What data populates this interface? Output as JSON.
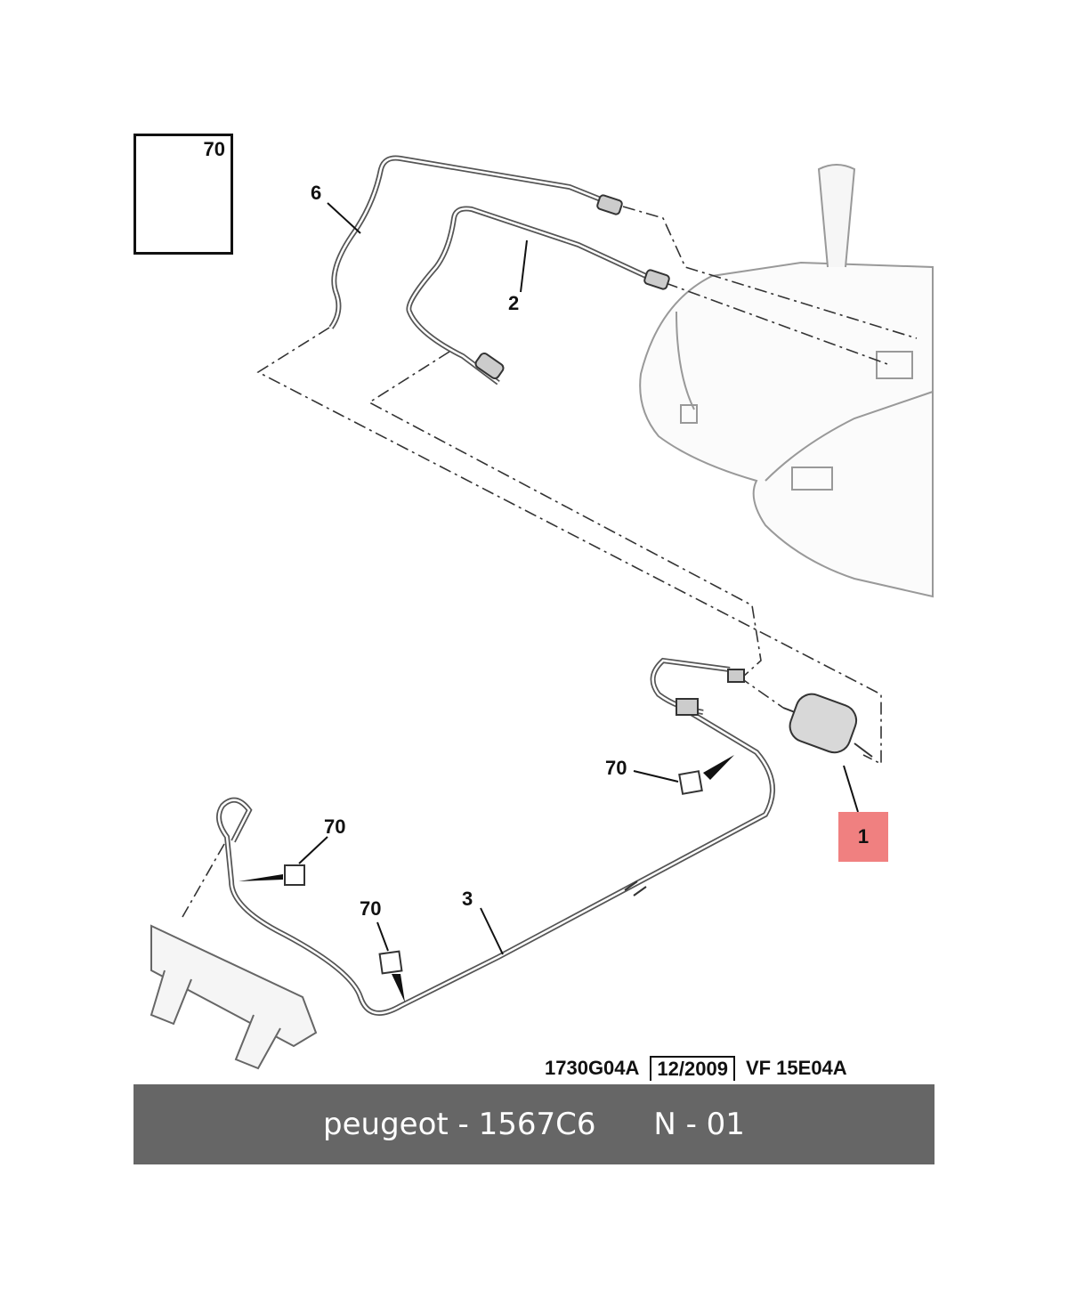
{
  "callouts": {
    "inset_clip": "70",
    "tube_upper": "6",
    "tube_middle": "2",
    "filter": "1",
    "clip_a": "70",
    "clip_b": "70",
    "clip_c": "70",
    "tube_lower": "3"
  },
  "reference": {
    "drawing_code": "1730G04A",
    "date": "12/2009",
    "variant": "VF 15E04A"
  },
  "caption": {
    "brand_part": "peugeot - 1567C6",
    "page": "N - 01"
  },
  "colors": {
    "highlight": "#f08080",
    "caption_bg": "#666666",
    "line": "#333333"
  }
}
